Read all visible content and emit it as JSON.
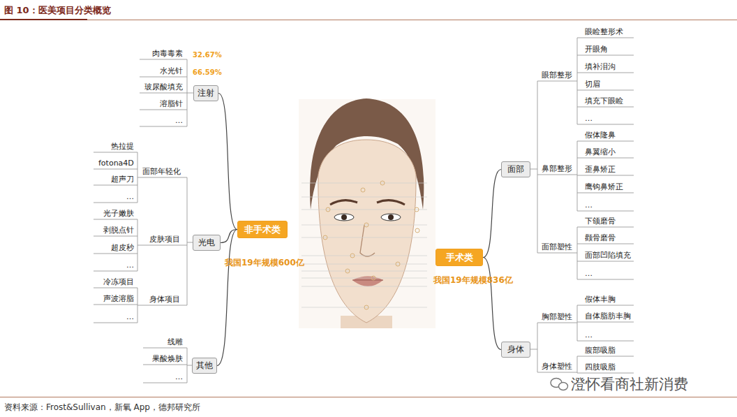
{
  "diagram": {
    "title": "图 10：医美项目分类概览",
    "caption": "资料来源：Frost&Sullivan，新氧 App，德邦研究所",
    "nodes": [
      {
        "text": [
          "非手术类"
        ]
      },
      {
        "text": [
          "注射"
        ]
      },
      {
        "text": [
          "光电"
        ]
      },
      {
        "text": [
          "其他"
        ]
      },
      {
        "text": [
          "手术类"
        ]
      },
      {
        "text": [
          "面部"
        ]
      },
      {
        "text": [
          "身体"
        ]
      }
    ],
    "edges": [
      {
        "from": 0,
        "to": 1,
        "arrow": "none"
      },
      {
        "from": 0,
        "to": 2,
        "arrow": "none"
      },
      {
        "from": 0,
        "to": 3,
        "arrow": "none"
      },
      {
        "from": 4,
        "to": 5,
        "arrow": "none"
      },
      {
        "from": 4,
        "to": 6,
        "arrow": "none"
      }
    ],
    "labels": [
      "肉毒毒素",
      "32.67%",
      "水光针",
      "66.59%",
      "玻尿酸填充",
      "溶脂针",
      "…",
      "热拉提",
      "fotona4D",
      "超声刀",
      "…",
      "面部年轻化",
      "光子嫩肤",
      "剥脱点针",
      "超皮秒",
      "…",
      "皮肤项目",
      "冷冻项目",
      "声波溶脂",
      "…",
      "身体项目",
      "线雕",
      "果酸焕肤",
      "…",
      "我国19年规模600亿",
      "眼睑整形术",
      "开眼角",
      "填补泪沟",
      "切眉",
      "填充下眼睑",
      "…",
      "眼部整形",
      "假体隆鼻",
      "鼻翼缩小",
      "歪鼻矫正",
      "鹰钩鼻矫正",
      "…",
      "鼻部整形",
      "下颌磨骨",
      "颧骨磨骨",
      "面部凹陷填充",
      "…",
      "面部塑性",
      "假体丰胸",
      "自体脂肪丰胸",
      "…",
      "胸部塑性",
      "腹部吸脂",
      "四肢吸脂",
      "身体塑性",
      "我国19年规模836亿",
      "澄怀看商社新消费"
    ]
  }
}
